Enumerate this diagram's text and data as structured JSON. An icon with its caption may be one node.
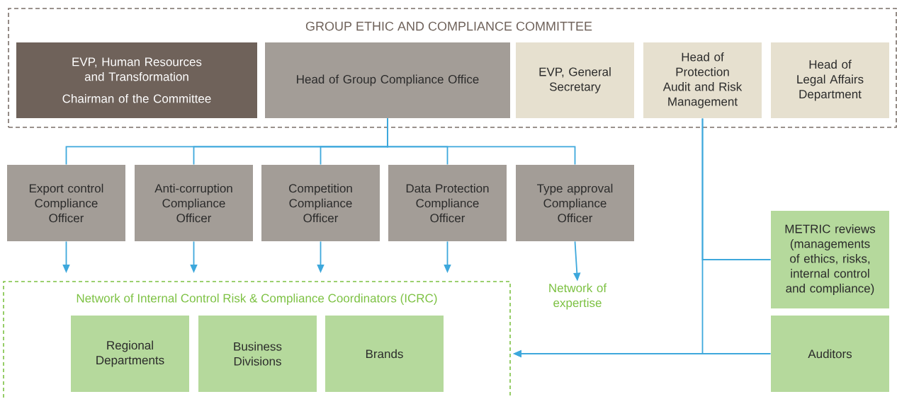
{
  "diagram": {
    "nodes": [
      {
        "text": [
          "GROUP ETHIC AND COMPLIANCE COMMITTEE"
        ]
      },
      {
        "text": [
          "EVP, Human Resources and Transformation",
          "Chairman of the Committee"
        ],
        "in": 0
      },
      {
        "text": [
          "Head of Group Compliance Office"
        ],
        "in": 0
      },
      {
        "text": [
          "EVP, General Secretary"
        ],
        "in": 0
      },
      {
        "text": [
          "Head of Protection Audit and Risk Management"
        ],
        "in": 0
      },
      {
        "text": [
          "Head of Legal Affairs Department"
        ],
        "in": 0
      },
      {
        "text": [
          "Export control Compliance Officer"
        ]
      },
      {
        "text": [
          "Anti-corruption Compliance Officer"
        ]
      },
      {
        "text": [
          "Competition Compliance Officer"
        ]
      },
      {
        "text": [
          "Data Protection Compliance Officer"
        ]
      },
      {
        "text": [
          "Type approval Compliance Officer"
        ]
      },
      {
        "text": [
          "Network of Internal Control Risk & Compliance Coordinators (ICRC)"
        ]
      },
      {
        "text": [
          "Regional Departments"
        ],
        "in": 11
      },
      {
        "text": [
          "Business Divisions"
        ],
        "in": 11
      },
      {
        "text": [
          "Brands"
        ],
        "in": 11
      },
      {
        "text": [
          "Network of expertise"
        ]
      },
      {
        "text": [
          "METRIC reviews (managements of ethics, risks, internal control and compliance)"
        ]
      },
      {
        "text": [
          "Auditors"
        ]
      }
    ],
    "edges": [
      {
        "from": 2,
        "to": 6,
        "arrow": "none"
      },
      {
        "from": 2,
        "to": 7,
        "arrow": "none"
      },
      {
        "from": 2,
        "to": 8,
        "arrow": "none"
      },
      {
        "from": 2,
        "to": 9,
        "arrow": "none"
      },
      {
        "from": 2,
        "to": 10,
        "arrow": "none"
      },
      {
        "from": 6,
        "to": 11,
        "arrow": "to"
      },
      {
        "from": 7,
        "to": 11,
        "arrow": "to"
      },
      {
        "from": 8,
        "to": 11,
        "arrow": "to"
      },
      {
        "from": 9,
        "to": 11,
        "arrow": "to"
      },
      {
        "from": 10,
        "to": 15,
        "arrow": "to"
      },
      {
        "from": 4,
        "to": 16,
        "arrow": "none"
      },
      {
        "from": 4,
        "to": 11,
        "arrow": "to"
      },
      {
        "from": 17,
        "to": 11,
        "arrow": "to"
      }
    ]
  }
}
